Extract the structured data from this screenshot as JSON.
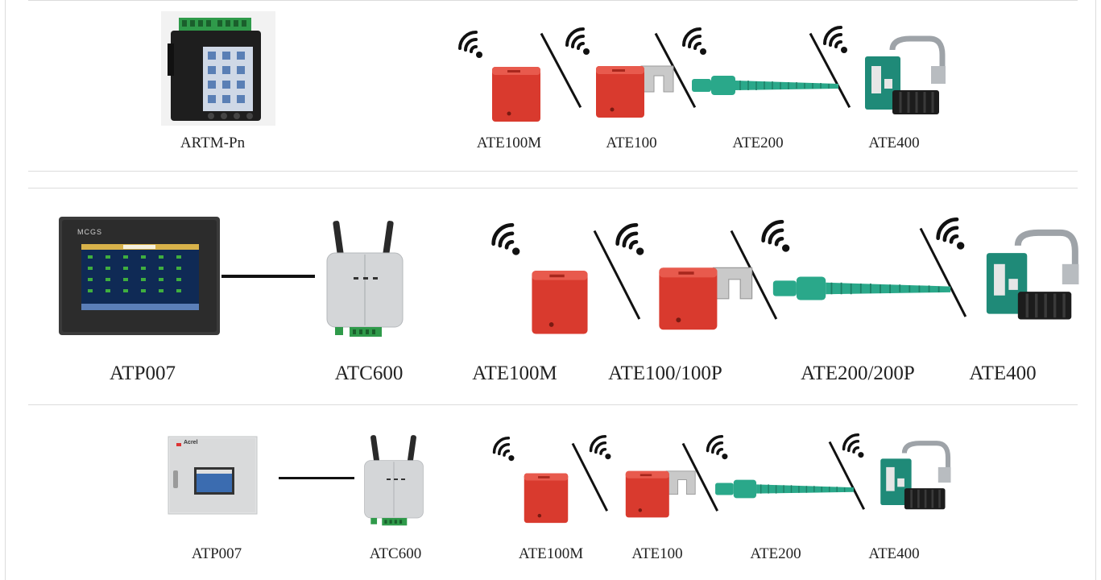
{
  "rows": [
    {
      "id": "row1",
      "labels": [
        "ARTM-Pn",
        "ATE100M",
        "ATE100",
        "ATE200",
        "ATE400"
      ]
    },
    {
      "id": "row2",
      "labels": [
        "ATP007",
        "ATC600",
        "ATE100M",
        "ATE100/100P",
        "ATE200/200P",
        "ATE400"
      ],
      "screen_brand": "MCGS"
    },
    {
      "id": "row3",
      "labels": [
        "ATP007",
        "ATC600",
        "ATE100M",
        "ATE100",
        "ATE200",
        "ATE400"
      ],
      "cabinet_brand": "Acrel"
    }
  ],
  "colors": {
    "sensor_red": "#d93a2e",
    "strap_green": "#2aa88a",
    "ate400_green": "#1f8a78",
    "gateway_gray": "#d4d6d8",
    "terminal_green": "#2f9a4a"
  },
  "icons": [
    "wifi-icon",
    "separator-slash",
    "connection-line"
  ]
}
